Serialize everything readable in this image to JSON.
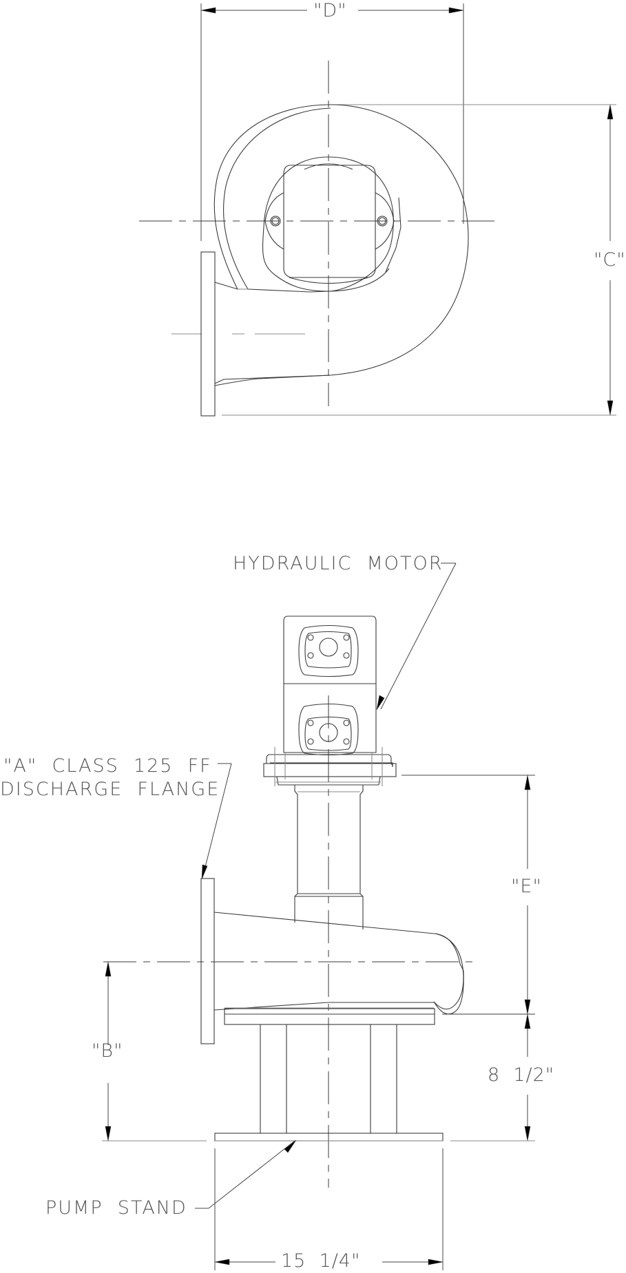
{
  "drawing": {
    "views": [
      {
        "name": "top-view",
        "description": "Plan view of pump volute with hydraulic motor"
      },
      {
        "name": "elevation-view",
        "description": "Side elevation of pump on pump stand"
      }
    ],
    "dimensions": {
      "D": "\"D\"",
      "C": "\"C\"",
      "E": "\"E\"",
      "B": "\"B\"",
      "stand_height": "8  1/2\"",
      "stand_width": "15  1/4\""
    },
    "callouts": {
      "hydraulic_motor": "HYDRAULIC  MOTOR",
      "discharge_line1": "\"A\"  CLASS  125  FF",
      "discharge_line2": "DISCHARGE  FLANGE",
      "pump_stand": "PUMP  STAND"
    },
    "colors": {
      "line": "#3a3a3a",
      "text": "#555555",
      "background": "#ffffff"
    }
  }
}
